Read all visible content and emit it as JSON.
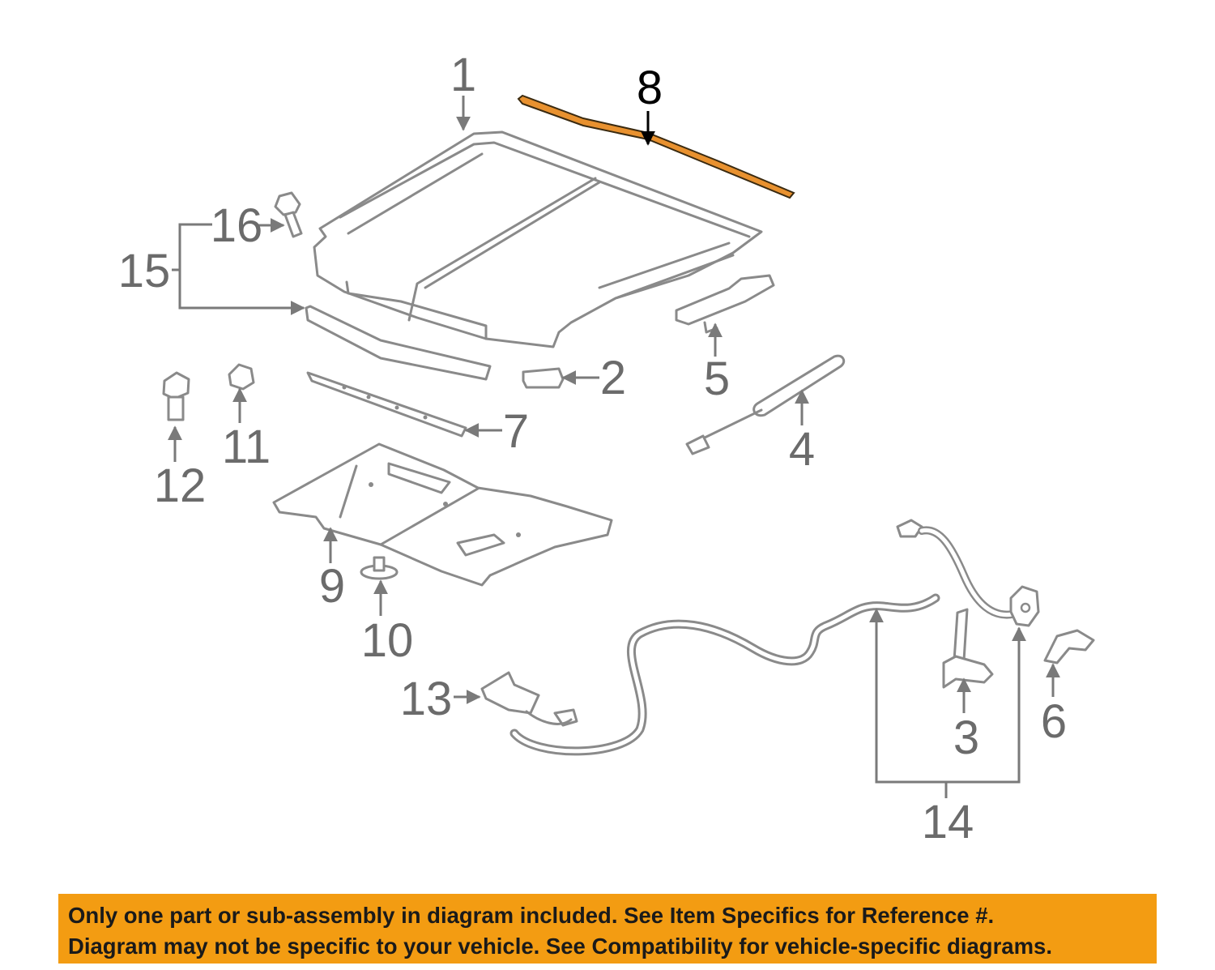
{
  "callouts": {
    "c1": "1",
    "c2": "2",
    "c3": "3",
    "c4": "4",
    "c5": "5",
    "c6": "6",
    "c7": "7",
    "c8": "8",
    "c9": "9",
    "c10": "10",
    "c11": "11",
    "c12": "12",
    "c13": "13",
    "c14": "14",
    "c15": "15",
    "c16": "16"
  },
  "highlight": {
    "callout": "8",
    "color": "#e8912f"
  },
  "notice": {
    "line1": "Only one part or sub-assembly in diagram included. See Item Specifics for Reference #.",
    "line2": "Diagram may not be specific to your vehicle. See Compatibility for vehicle-specific diagrams.",
    "background": "#f39c12"
  }
}
